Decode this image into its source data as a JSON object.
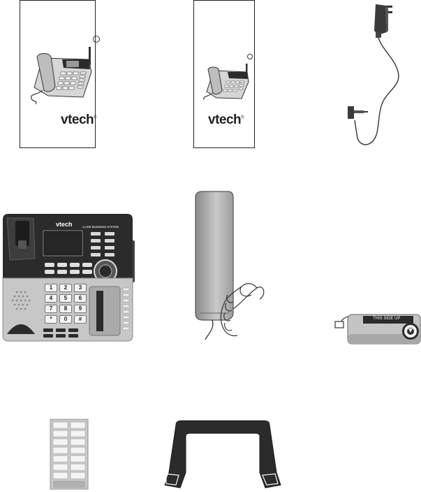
{
  "page": {
    "background": "#ffffff"
  },
  "user_manual": {
    "brand": "vtech",
    "mark": "®"
  },
  "quick_start_guide": {
    "brand": "vtech",
    "mark": "®"
  },
  "telephone_base": {
    "brand": "vtech",
    "model_strip": "4-LINE BUSINESS SYSTEM",
    "keypad_keys": [
      "1",
      "2",
      "3",
      "4",
      "5",
      "6",
      "7",
      "8",
      "9",
      "*",
      "0",
      "#"
    ]
  },
  "battery": {
    "label": "THIS SIDE UP"
  },
  "colors": {
    "outline": "#222222",
    "body_dark": "#2b2b2b",
    "silver": "#c7c7c7",
    "handset_gray": "#9a9a9a"
  },
  "icons": [
    "power-adapter-icon",
    "telephone-base-icon",
    "corded-handset-icon",
    "battery-pack-icon",
    "directory-card-icon",
    "wall-mount-bracket-icon"
  ]
}
